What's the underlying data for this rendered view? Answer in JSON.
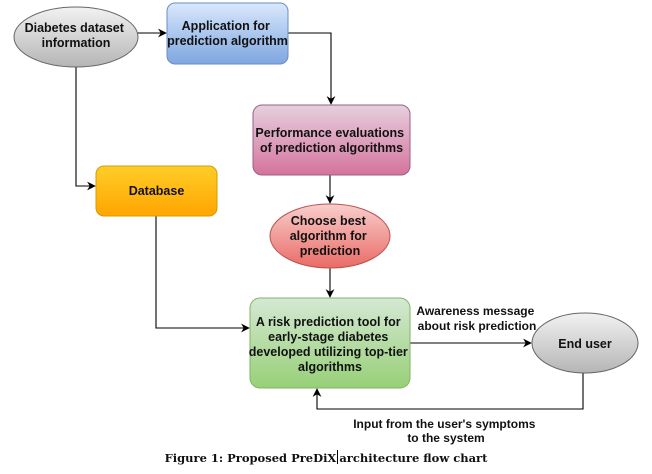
{
  "nodes": {
    "dataset": {
      "shape": "ellipse",
      "lines": [
        "Diabetes dataset",
        "information"
      ],
      "fill": [
        "#f2f2f2",
        "#b5b5b5"
      ],
      "stroke": "#666666"
    },
    "application": {
      "shape": "rounded-rect",
      "lines": [
        "Application for",
        "prediction algorithm"
      ],
      "fill": [
        "#dae8fc",
        "#7ea6e0"
      ],
      "stroke": "#6c8ebf"
    },
    "performance": {
      "shape": "rounded-rect",
      "lines": [
        "Performance evaluations",
        "of prediction algorithms"
      ],
      "fill": [
        "#e6d0de",
        "#d5739d"
      ],
      "stroke": "#996185"
    },
    "choose": {
      "shape": "ellipse",
      "lines": [
        "Choose best",
        "algorithm for",
        "prediction"
      ],
      "fill": [
        "#f8cecc",
        "#ea6b66"
      ],
      "stroke": "#b85450"
    },
    "database": {
      "shape": "rounded-rect",
      "lines": [
        "Database"
      ],
      "fill": [
        "#ffcd28",
        "#ffa500"
      ],
      "stroke": "#d79b00"
    },
    "tool": {
      "shape": "rounded-rect",
      "lines": [
        "A risk prediction tool for",
        "early-stage diabetes",
        "developed utilizing top-tier",
        "algorithms"
      ],
      "fill": [
        "#d5e8d4",
        "#97d077"
      ],
      "stroke": "#82b366"
    },
    "enduser": {
      "shape": "ellipse",
      "lines": [
        "End user"
      ],
      "fill": [
        "#f2f2f2",
        "#b5b5b5"
      ],
      "stroke": "#666666"
    }
  },
  "edges": [
    {
      "from": "dataset",
      "to": "application",
      "label": ""
    },
    {
      "from": "application",
      "to": "performance",
      "label": ""
    },
    {
      "from": "performance",
      "to": "choose",
      "label": ""
    },
    {
      "from": "choose",
      "to": "tool",
      "label": ""
    },
    {
      "from": "dataset",
      "to": "database",
      "label": ""
    },
    {
      "from": "database",
      "to": "tool",
      "label": ""
    },
    {
      "from": "tool",
      "to": "enduser",
      "label": "Awareness message about risk prediction"
    },
    {
      "from": "enduser",
      "to": "tool",
      "label": "Input from the user's symptoms to the system"
    }
  ],
  "edge_labels": {
    "awareness": [
      "Awareness message",
      "about risk prediction"
    ],
    "input": [
      "Input from the user's symptoms",
      "to the system"
    ]
  },
  "caption": {
    "prefix": "Figure 1: Proposed PreDiX",
    "suffix": "architecture flow chart"
  }
}
